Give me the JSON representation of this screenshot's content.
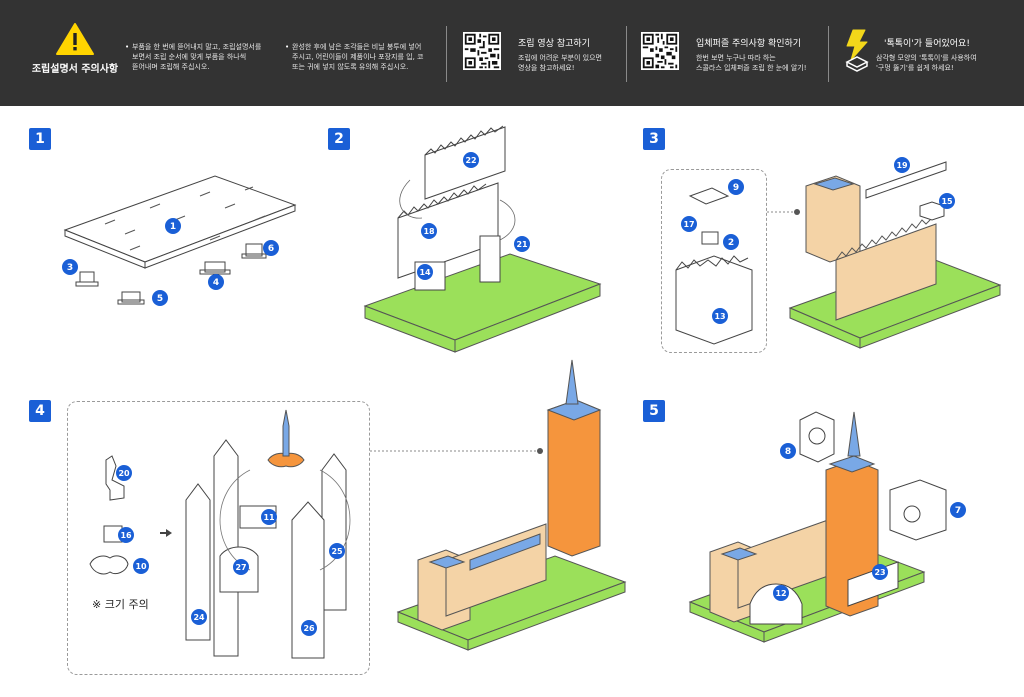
{
  "header": {
    "warning_title": "조립설명서 주의사항",
    "bullet1": [
      "부품을 한 번에 뜯어내지 말고, 조립설명서를",
      "보면서 조립 순서에 맞게 부품을 하나씩",
      "뜯어내며 조립해 주십시오."
    ],
    "bullet2": [
      "완성한 후에 남은 조각들은 비닐 봉투에 넣어",
      "주시고, 어린이들이 제품이나 포장지를 입, 코",
      "또는 귀에 넣지 않도록 유의해 주십시오."
    ],
    "video_title": "조립 영상 참고하기",
    "video_desc": [
      "조립에 어려운 부분이 있으면",
      "영상을 참고하세요!"
    ],
    "caution_title": "입체퍼즐 주의사항 확인하기",
    "caution_desc": [
      "한번 보면 누구나 따라 하는",
      "스콜라스 입체퍼즐 조립 한 눈에 알기!"
    ],
    "tool_title": "'톡톡이'가 들어있어요!",
    "tool_desc": [
      "삼각형 모양의 '톡톡이'를 사용하여",
      "'구멍 뚫기'를 쉽게 하세요!"
    ]
  },
  "steps": [
    "1",
    "2",
    "3",
    "4",
    "5"
  ],
  "size_caution": "※ 크기 주의",
  "colors": {
    "header_bg": "#333333",
    "badge": "#1a5fd6",
    "base": "#9be05a",
    "wood": "#f4d3a6",
    "orange": "#f5953d",
    "blue": "#79a8e6"
  },
  "parts": {
    "step1": [
      "1",
      "3",
      "4",
      "5",
      "6"
    ],
    "step2": [
      "22",
      "18",
      "14",
      "21"
    ],
    "step3": [
      "9",
      "17",
      "2",
      "13",
      "19",
      "15"
    ],
    "step4": [
      "20",
      "16",
      "10",
      "11",
      "27",
      "24",
      "25",
      "26"
    ],
    "step5": [
      "8",
      "7",
      "12",
      "23"
    ]
  }
}
